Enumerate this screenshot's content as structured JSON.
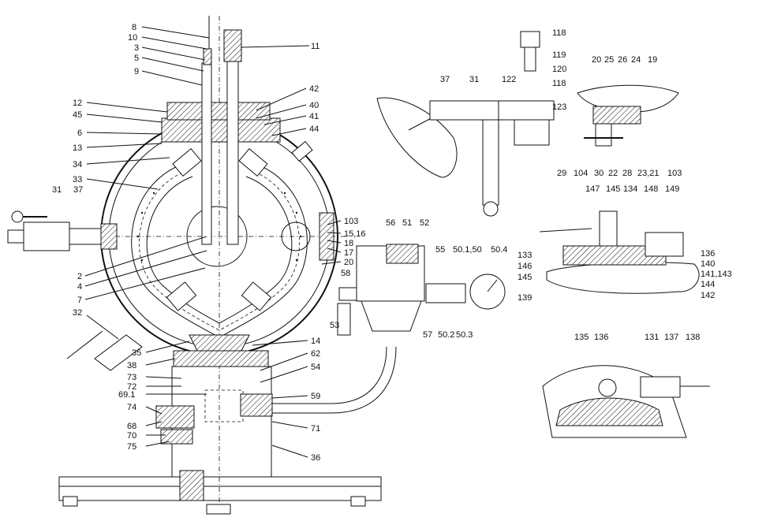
{
  "labels": {
    "main_top": [
      "8",
      "10",
      "3",
      "5",
      "9",
      "11",
      "42",
      "40",
      "41",
      "44"
    ],
    "main_left": [
      "12",
      "45",
      "6",
      "13",
      "34",
      "33",
      "31",
      "37",
      "2",
      "4",
      "7",
      "32",
      "35",
      "38",
      "73",
      "72",
      "69.1",
      "74",
      "68",
      "70",
      "75"
    ],
    "main_right": [
      "103",
      "15,16",
      "18",
      "17",
      "20",
      "14",
      "62",
      "54",
      "59",
      "71",
      "36"
    ],
    "filter": [
      "56",
      "51",
      "52",
      "55",
      "58",
      "53",
      "57",
      "50.2",
      "50.3",
      "50.1,50",
      "50.4"
    ],
    "torch": [
      "118",
      "119",
      "120",
      "37",
      "31",
      "122",
      "118",
      "123"
    ],
    "nozzle": [
      "20",
      "25",
      "26",
      "24",
      "19",
      "29",
      "104",
      "30",
      "22",
      "28",
      "23,21",
      "103"
    ],
    "valve": [
      "147",
      "145",
      "134",
      "148",
      "149",
      "133",
      "146",
      "145",
      "139",
      "136",
      "140",
      "141,143",
      "144",
      "142"
    ],
    "sector": [
      "135",
      "136",
      "131",
      "137",
      "138"
    ]
  }
}
